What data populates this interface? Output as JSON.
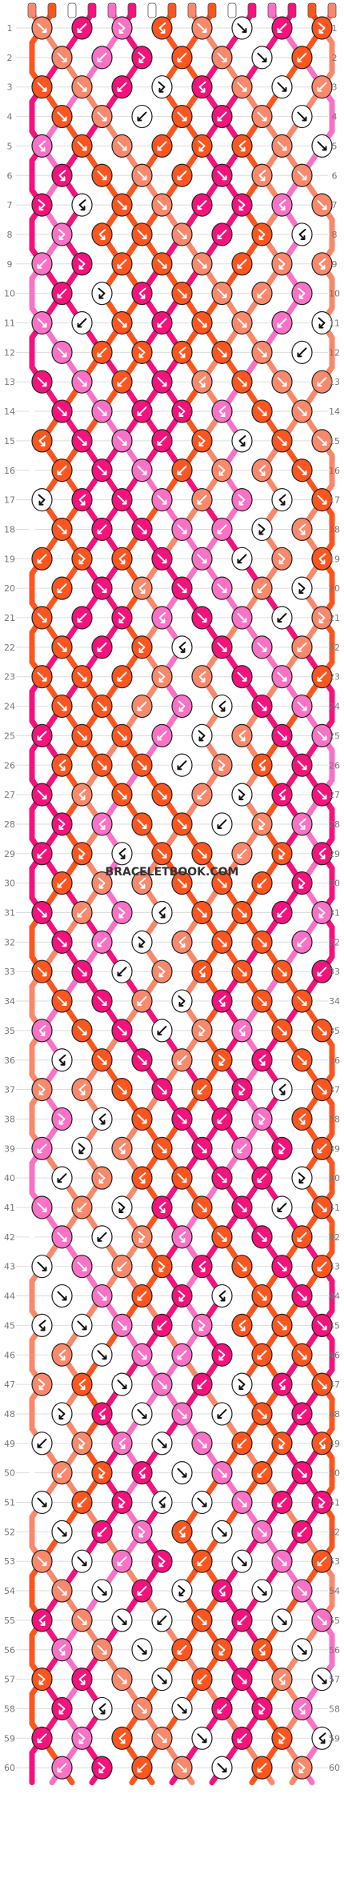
{
  "watermark": "BRACELETBOOK.COM",
  "pattern": {
    "rows": 60,
    "strands": 16,
    "colors": {
      "a": "#f9896c",
      "b": "#fc5620",
      "c": "#ffffff",
      "d": "#f4127c",
      "e": "#f972c6"
    },
    "top_strands": [
      "a",
      "b",
      "c",
      "d",
      "e",
      "d",
      "c",
      "b",
      "a",
      "b",
      "c",
      "d",
      "e",
      "d",
      "b",
      "a"
    ],
    "row_numbers": [
      "1",
      "2",
      "3",
      "4",
      "5",
      "6",
      "7",
      "8",
      "9",
      "10",
      "11",
      "12",
      "13",
      "14",
      "15",
      "16",
      "17",
      "18",
      "19",
      "20",
      "21",
      "22",
      "23",
      "24",
      "25",
      "26",
      "27",
      "28",
      "29",
      "30",
      "31",
      "32",
      "33",
      "34",
      "35",
      "36",
      "37",
      "38",
      "39",
      "40",
      "41",
      "42",
      "43",
      "44",
      "45",
      "46",
      "47",
      "48",
      "49",
      "50",
      "51",
      "52",
      "53",
      "54",
      "55",
      "56",
      "57",
      "58",
      "59",
      "60"
    ]
  }
}
